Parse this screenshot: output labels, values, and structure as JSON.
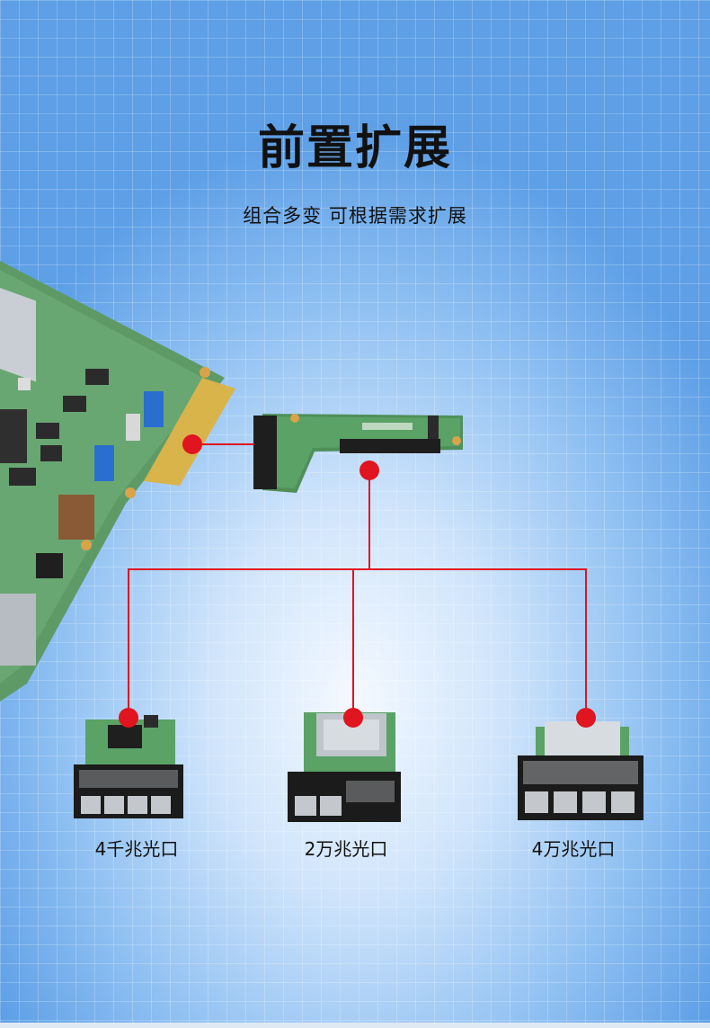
{
  "header": {
    "title": "前置扩展",
    "subtitle": "组合多变 可根据需求扩展"
  },
  "modules": [
    {
      "label": "4千兆光口"
    },
    {
      "label": "2万兆光口"
    },
    {
      "label": "4万兆光口"
    }
  ],
  "colors": {
    "connector_line": "#e0151f",
    "pcb_green": "#4f8f5a",
    "background_blue": "#5e9fe6"
  }
}
